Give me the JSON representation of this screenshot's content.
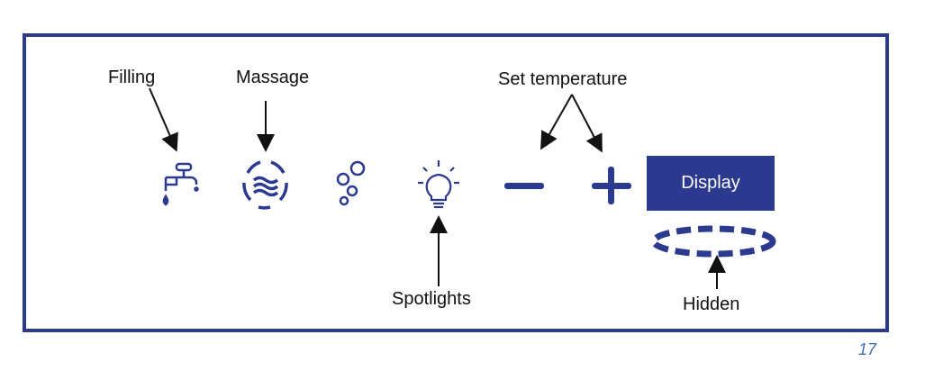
{
  "labels": {
    "filling": "Filling",
    "massage": "Massage",
    "set_temperature": "Set temperature",
    "spotlights": "Spotlights",
    "hidden": "Hidden",
    "display": "Display"
  },
  "page_number": "17",
  "icons": [
    "faucet-icon",
    "massage-waves-icon",
    "bubbles-icon",
    "lightbulb-icon",
    "minus-icon",
    "plus-icon",
    "hidden-ring-icon"
  ],
  "colors": {
    "accent": "#2b3a8f",
    "page_number": "#3a6fb5",
    "text": "#111111"
  }
}
